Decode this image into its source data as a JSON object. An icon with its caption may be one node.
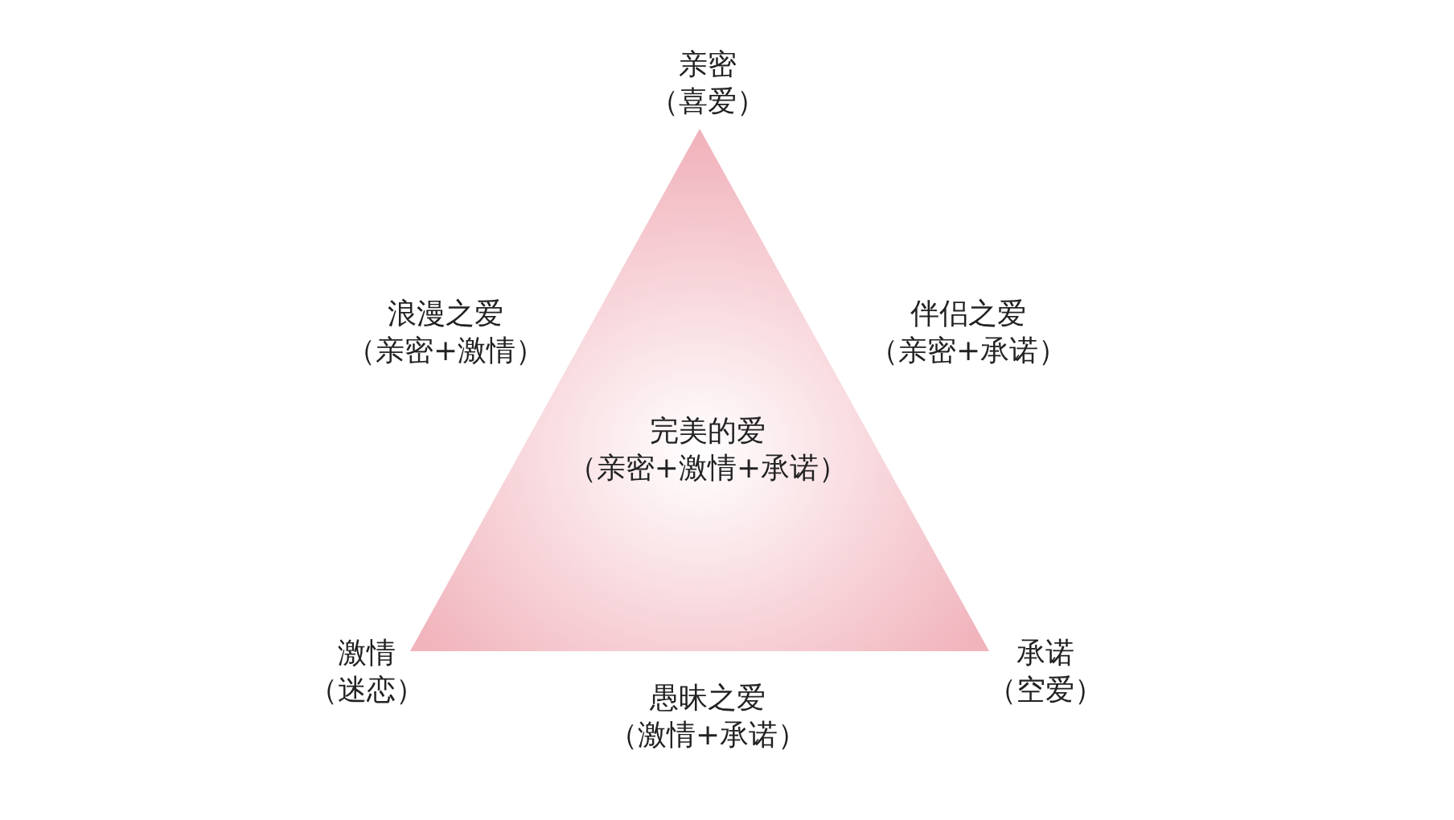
{
  "diagram": {
    "nodes": [
      {
        "text": [
          "完美的爱",
          "（亲密+激情+承诺）"
        ]
      }
    ],
    "labels": [
      "亲密",
      "（喜爱）",
      "浪漫之爱",
      "（亲密+激情）",
      "伴侣之爱",
      "（亲密+承诺）",
      "激情",
      "（迷恋）",
      "承诺",
      "（空爱）",
      "愚昧之爱",
      "（激情+承诺）"
    ]
  }
}
